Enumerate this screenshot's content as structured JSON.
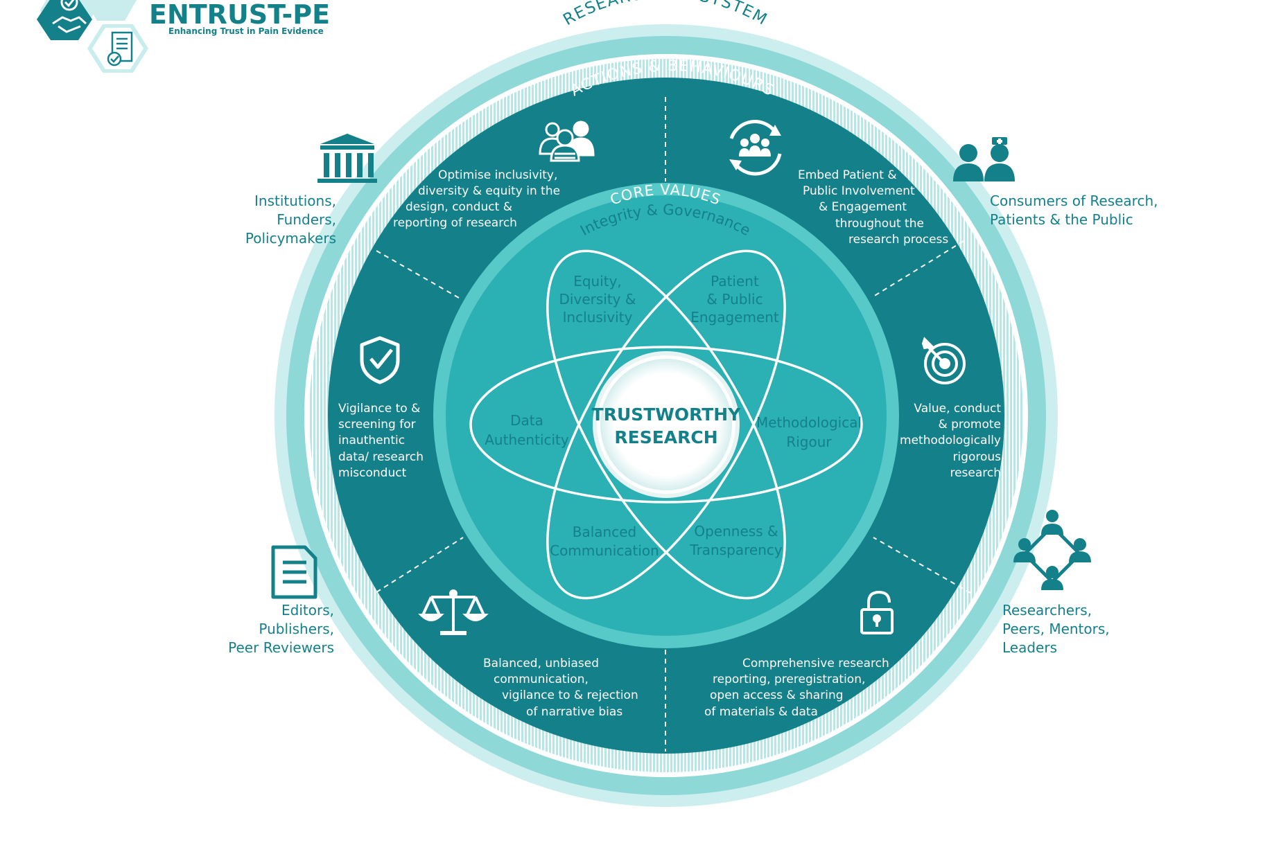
{
  "logo": {
    "title": "ENTRUST-PE",
    "tagline": "Enhancing Trust in Pain Evidence"
  },
  "colors": {
    "dark_teal": "#14808A",
    "mid_teal": "#2BB0B4",
    "light_teal": "#58C9C9",
    "pale_teal": "#B7E6E7",
    "ring_light": "#8FD8D8",
    "text_teal": "#14808A"
  },
  "rings": {
    "outer_label": "RESEARCH ECOSYSTEM",
    "middle_label": "ACTIONS & BEHAVIOURS",
    "core_label": "CORE VALUES",
    "core_sublabel": "Integrity & Governance"
  },
  "center": {
    "line1": "TRUSTWORTHY",
    "line2": "RESEARCH"
  },
  "core_values": {
    "edi": [
      "Equity,",
      "Diversity &",
      "Inclusivity"
    ],
    "ppe": [
      "Patient",
      "& Public",
      "Engagement"
    ],
    "data": [
      "Data",
      "Authenticity"
    ],
    "method": [
      "Methodological",
      "Rigour"
    ],
    "balanced": [
      "Balanced",
      "Communication"
    ],
    "open": [
      "Openness &",
      "Transparency"
    ]
  },
  "actions": {
    "inclusivity": [
      "Optimise inclusivity,",
      "diversity & equity in the",
      "design, conduct &",
      "reporting of research"
    ],
    "embed": [
      "Embed Patient &",
      "Public Involvement",
      "& Engagement",
      "throughout the",
      "research process"
    ],
    "vigilance": [
      "Vigilance to &",
      "screening for",
      "inauthentic",
      "data/ research",
      "misconduct"
    ],
    "value": [
      "Value, conduct",
      "& promote",
      "methodologically",
      "rigorous",
      "research"
    ],
    "balanced": [
      "Balanced, unbiased",
      "communication,",
      "vigilance to & rejection",
      "of narrative bias"
    ],
    "reporting": [
      "Comprehensive research",
      "reporting, preregistration,",
      "open access & sharing",
      "of materials & data"
    ]
  },
  "stakeholders": {
    "institutions": [
      "Institutions,",
      "Funders,",
      "Policymakers"
    ],
    "consumers": [
      "Consumers of Research,",
      "Patients & the Public"
    ],
    "editors": [
      "Editors,",
      "Publishers,",
      "Peer Reviewers"
    ],
    "researchers": [
      "Researchers,",
      "Peers, Mentors,",
      "Leaders"
    ]
  },
  "icons": {
    "logo_badge": "checkmark-badge-icon",
    "logo_handshake": "handshake-icon",
    "logo_document": "document-check-icon",
    "inclusivity": "diverse-people-icon",
    "embed": "group-cycle-icon",
    "vigilance": "shield-check-icon",
    "value": "target-icon",
    "balanced": "scales-icon",
    "reporting": "unlocked-padlock-icon",
    "institutions": "institution-building-icon",
    "consumers": "patient-and-nurse-icon",
    "editors": "document-icon",
    "researchers": "network-people-icon"
  }
}
